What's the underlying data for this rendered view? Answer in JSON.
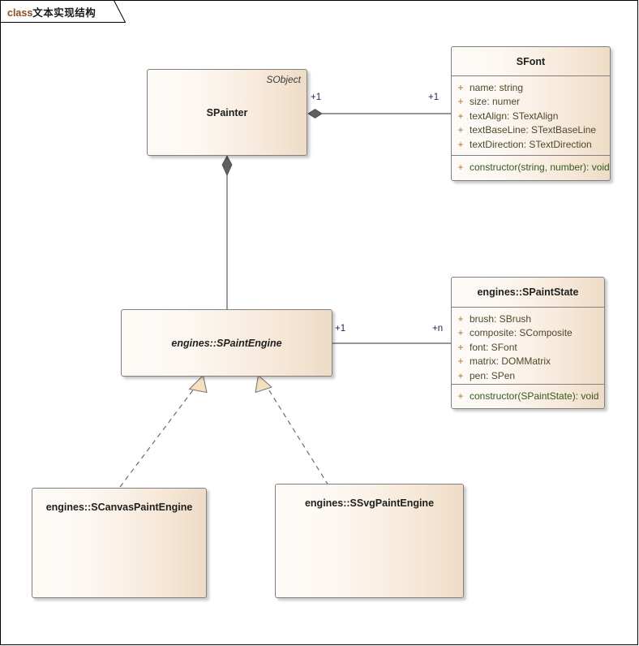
{
  "diagram": {
    "tab_keyword": "class",
    "tab_title": "文本实现结构",
    "type": "uml-class-diagram",
    "background": "#ffffff",
    "accent_fill_left": "#fdfaf7",
    "accent_fill_right": "#eedbc6",
    "border_color": "#808080"
  },
  "classes": {
    "spainter": {
      "name": "SPainter",
      "stereotype": "SObject",
      "abstract": false,
      "attributes": [],
      "operations": []
    },
    "sfont": {
      "name": "SFont",
      "stereotype": "",
      "abstract": false,
      "attributes": [
        {
          "visibility": "+",
          "text": "name: string"
        },
        {
          "visibility": "+",
          "text": "size: numer"
        },
        {
          "visibility": "+",
          "text": "textAlign: STextAlign"
        },
        {
          "visibility": "+",
          "text": "textBaseLine: STextBaseLine"
        },
        {
          "visibility": "+",
          "text": "textDirection: STextDirection"
        }
      ],
      "operations": [
        {
          "visibility": "+",
          "text": "constructor(string, number): void"
        }
      ]
    },
    "spaintengine": {
      "name": "engines::SPaintEngine",
      "stereotype": "",
      "abstract": true,
      "attributes": [],
      "operations": []
    },
    "spaintstate": {
      "name": "engines::SPaintState",
      "stereotype": "",
      "abstract": false,
      "attributes": [
        {
          "visibility": "+",
          "text": "brush: SBrush"
        },
        {
          "visibility": "+",
          "text": "composite: SComposite"
        },
        {
          "visibility": "+",
          "text": "font: SFont"
        },
        {
          "visibility": "+",
          "text": "matrix: DOMMatrix"
        },
        {
          "visibility": "+",
          "text": "pen: SPen"
        }
      ],
      "operations": [
        {
          "visibility": "+",
          "text": "constructor(SPaintState): void"
        }
      ]
    },
    "scanvaspaintengine": {
      "name": "engines::SCanvasPaintEngine",
      "stereotype": "",
      "abstract": false,
      "attributes": [],
      "operations": []
    },
    "ssvgpaintengine": {
      "name": "engines::SSvgPaintEngine",
      "stereotype": "",
      "abstract": false,
      "attributes": [],
      "operations": []
    }
  },
  "relations": [
    {
      "id": "painter-font",
      "kind": "composition",
      "from": "spainter",
      "to": "sfont",
      "source_multiplicity": "+1",
      "target_multiplicity": "+1"
    },
    {
      "id": "painter-engine",
      "kind": "composition",
      "from": "spainter",
      "to": "spaintengine",
      "source_multiplicity": "",
      "target_multiplicity": ""
    },
    {
      "id": "engine-state",
      "kind": "association",
      "from": "spaintengine",
      "to": "spaintstate",
      "source_multiplicity": "+1",
      "target_multiplicity": "+n"
    },
    {
      "id": "canvas-realizes-engine",
      "kind": "realization",
      "from": "scanvaspaintengine",
      "to": "spaintengine",
      "source_multiplicity": "",
      "target_multiplicity": ""
    },
    {
      "id": "svg-realizes-engine",
      "kind": "realization",
      "from": "ssvgpaintengine",
      "to": "spaintengine",
      "source_multiplicity": "",
      "target_multiplicity": ""
    }
  ]
}
